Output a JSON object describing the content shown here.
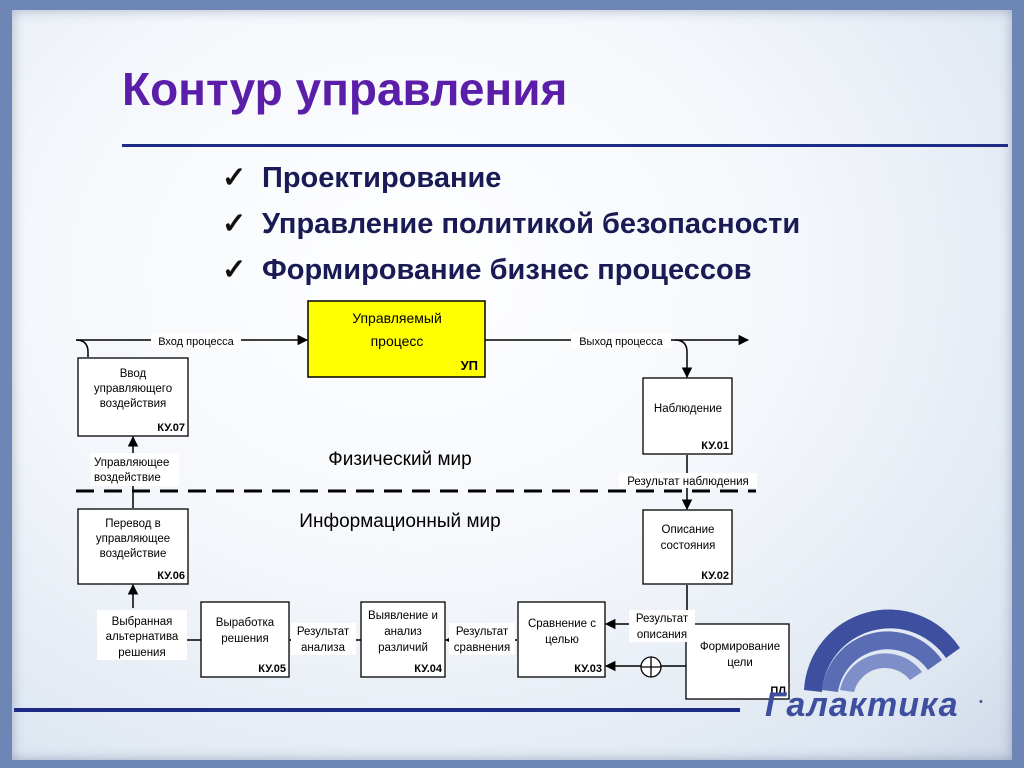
{
  "title": "Контур управления",
  "bullets": [
    "Проектирование",
    "Управление политикой безопасности",
    "Формирование бизнес процессов"
  ],
  "check_glyph": "✓",
  "diagram": {
    "process": {
      "lines": [
        "Управляемый",
        "процесс"
      ],
      "code": "УП"
    },
    "blocks": [
      {
        "id": "ku07",
        "lines": [
          "Ввод",
          "управляющего",
          "воздействия"
        ],
        "code": "КУ.07"
      },
      {
        "id": "ku01",
        "lines": [
          "Наблюдение"
        ],
        "code": "КУ.01"
      },
      {
        "id": "ku06",
        "lines": [
          "Перевод в",
          "управляющее",
          "воздействие"
        ],
        "code": "КУ.06"
      },
      {
        "id": "ku02",
        "lines": [
          "Описание",
          "состояния"
        ],
        "code": "КУ.02"
      },
      {
        "id": "ku05",
        "lines": [
          "Выработка",
          "решения"
        ],
        "code": "КУ.05"
      },
      {
        "id": "ku04",
        "lines": [
          "Выявление и",
          "анализ",
          "различий"
        ],
        "code": "КУ.04"
      },
      {
        "id": "ku03",
        "lines": [
          "Сравнение с",
          "целью"
        ],
        "code": "КУ.03"
      },
      {
        "id": "pl",
        "lines": [
          "Формирование",
          "цели"
        ],
        "code": "ПЛ"
      }
    ],
    "labels": {
      "input": "Вход процесса",
      "output": "Выход процесса",
      "control": [
        "Управляющее",
        "воздействие"
      ],
      "observation": "Результат наблюдения",
      "alternative": [
        "Выбранная",
        "альтернатива",
        "решения"
      ],
      "analysis": [
        "Результат",
        "анализа"
      ],
      "comparison": [
        "Результат",
        "сравнения"
      ],
      "description": [
        "Результат",
        "описания"
      ]
    },
    "zones": {
      "physical": "Физический мир",
      "informational": "Информационный мир"
    }
  },
  "logo": {
    "word": "Галактика",
    "reg": "•"
  },
  "colors": {
    "title": "#5a1ea8",
    "process_fill": "#ffff00",
    "rule": "#1c2c86"
  }
}
